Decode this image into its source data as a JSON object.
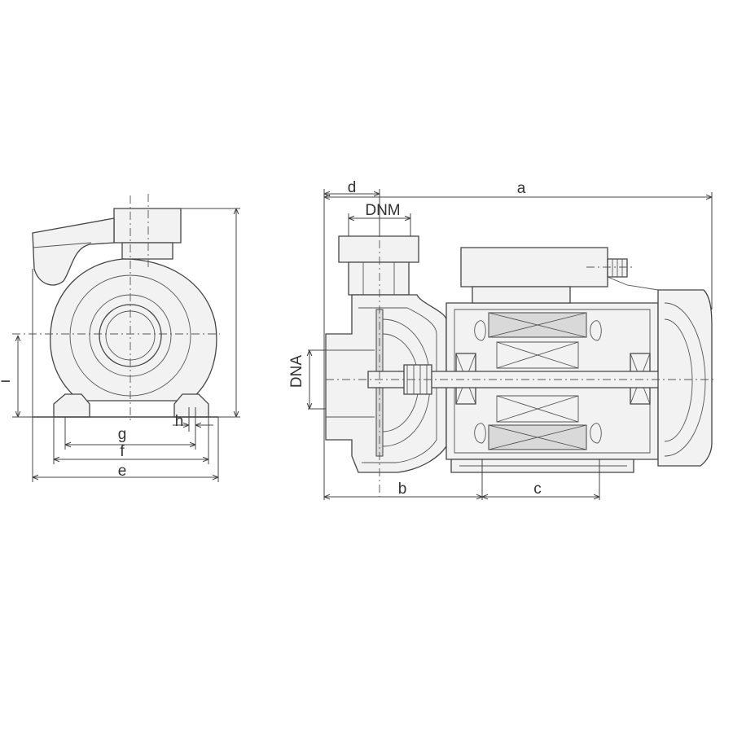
{
  "dimensions": {
    "a": "a",
    "b": "b",
    "c": "c",
    "d": "d",
    "e": "e",
    "f": "f",
    "g": "g",
    "h": "h",
    "i": "i",
    "dnm": "DNM",
    "dna": "DNA"
  },
  "colors": {
    "line": "#444444",
    "background": "#ffffff"
  }
}
